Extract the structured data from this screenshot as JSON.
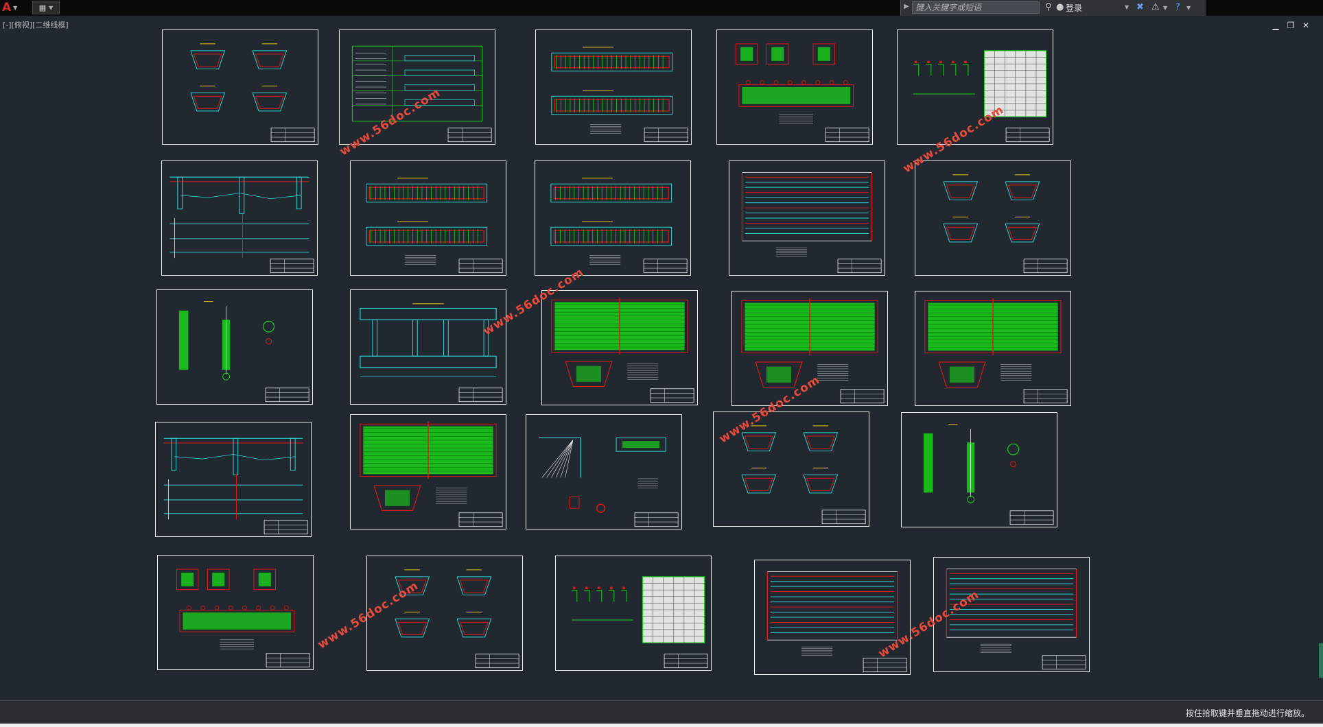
{
  "titlebar": {
    "app_logo": "A",
    "search_placeholder": "键入关键字或短语",
    "login_label": "登录",
    "icons": [
      "app-menu-icon",
      "quick-access-icon",
      "binoculars-icon",
      "user-icon",
      "exchange-icon",
      "star-triangle-icon",
      "help-icon"
    ]
  },
  "viewport": {
    "label": "[-][俯视][二维线框]"
  },
  "watermark": {
    "text": "www.56doc.com",
    "color": "#e84a3c"
  },
  "colors": {
    "background": "#212830",
    "sheet_border": "#f2f2f2",
    "cad_red": "#e01818",
    "cad_green": "#19d219",
    "cad_cyan": "#2fd5d5",
    "cad_yellow": "#e8c21a",
    "cad_white": "#f2f2f2"
  },
  "status": {
    "text": "按住拾取键并垂直拖动进行缩放。"
  }
}
